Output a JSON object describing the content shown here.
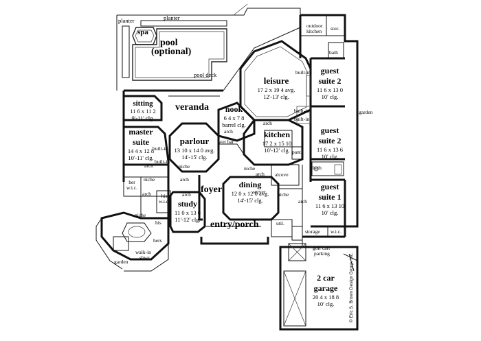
{
  "rooms": {
    "spa": "spa",
    "planter_left": "planter",
    "planter_top": "planter",
    "pool": "pool",
    "pool_optional": "(optional)",
    "pool_deck": "pool deck",
    "outdoor_kitchen_1": "outdoor",
    "outdoor_kitchen_2": "kitchen",
    "stor": "stor.",
    "bath_top": "bath",
    "leisure": {
      "name": "leisure",
      "dim": "17 2 x 19 4 avg.",
      "clg": "12'-13' clg."
    },
    "builtin_leisure": "built-in",
    "guest_suite_2a": {
      "name": "guest suite 2",
      "dim": "11 6 x 13 0",
      "clg": "10' clg."
    },
    "garden_right": "garden",
    "sitting": {
      "name": "sitting",
      "dim": "11 6 x 11 2",
      "clg": "9'-11' clg."
    },
    "veranda": "veranda",
    "nook": {
      "name": "nook",
      "dim": "6 4 x 7 8",
      "clg": "barrel clg."
    },
    "builtin_1": "built-in",
    "builtin_2": "built-in",
    "guest_suite_2b": {
      "name": "guest suite 2",
      "dim": "11 6 x 13 6",
      "clg": "10' clg."
    },
    "master_suite": {
      "name": "master suite",
      "dim": "14 4 x 12 8",
      "clg": "10'-11' clg."
    },
    "builtin_master": "built-in",
    "builtin_master2": "built-in",
    "parlour": {
      "name": "parlour",
      "dim": "13 10 x 14 0 avg.",
      "clg": "14'-15' clg."
    },
    "arch_1": "arch",
    "arch_2": "arch",
    "arch_3": "arch",
    "arch_4": "arch",
    "arch_5": "arch",
    "arch_6": "arch",
    "arch_7": "arch",
    "arch_8": "arch",
    "niche_1": "niche",
    "niche_2": "niche",
    "niche_3": "niche",
    "niche_4": "niche",
    "niche_5": "niche",
    "wet_bar": "wet bar",
    "kitchen": {
      "name": "kitchen",
      "dim": "17 2 x 15 10",
      "clg": "10'-12' clg."
    },
    "pant": "pant.",
    "bath_mid": "bath",
    "alcove": "alcove",
    "her_wic": "her w.i.c.",
    "his_wic": "his w.i.c.",
    "foyer": "foyer",
    "dining": {
      "name": "dining",
      "dim": "12 0 x 12 0 avg.",
      "clg": "14'-15' clg."
    },
    "server": "server",
    "guest_suite_1": {
      "name": "guest suite 1",
      "dim": "11 6 x 13 10",
      "clg": "10' clg."
    },
    "study": {
      "name": "study",
      "dim": "11 0 x 13 0",
      "clg": "11'-12' clg."
    },
    "his": "his",
    "hers": "hers",
    "entry_porch": "entry/porch",
    "util": "util.",
    "storage": "storage",
    "wic_guest": "w.i.c.",
    "walkin_1": "walk-in",
    "walkin_2": "shwr.",
    "garden_left": "garden",
    "golf_cart_1": "golf cart",
    "golf_cart_2": "parking",
    "garage": {
      "name": "2 car garage",
      "dim": "20 4 x 18 8",
      "clg": "10' clg."
    }
  },
  "copyright": "© Eric S. Brown Design Group, Inc."
}
